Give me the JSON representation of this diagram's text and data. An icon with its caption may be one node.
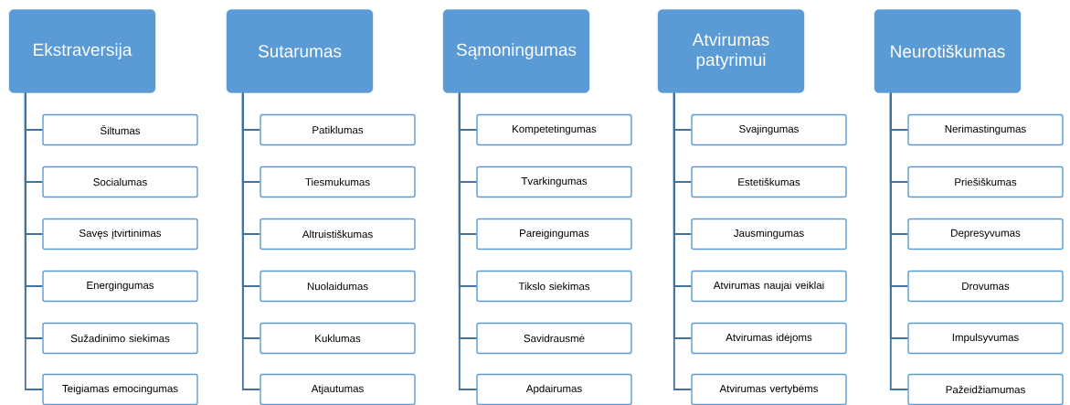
{
  "diagram": {
    "nodes": [
      {
        "text": [
          "Ekstraversija"
        ]
      },
      {
        "text": [
          "Šiltumas"
        ]
      },
      {
        "text": [
          "Socialumas"
        ]
      },
      {
        "text": [
          "Savęs įtvirtinimas"
        ]
      },
      {
        "text": [
          "Energingumas"
        ]
      },
      {
        "text": [
          "Sužadinimo siekimas"
        ]
      },
      {
        "text": [
          "Teigiamas emocingumas"
        ]
      },
      {
        "text": [
          "Sutarumas"
        ]
      },
      {
        "text": [
          "Patiklumas"
        ]
      },
      {
        "text": [
          "Tiesmukumas"
        ]
      },
      {
        "text": [
          "Altruistiškumas"
        ]
      },
      {
        "text": [
          "Nuolaidumas"
        ]
      },
      {
        "text": [
          "Kuklumas"
        ]
      },
      {
        "text": [
          "Atjautumas"
        ]
      },
      {
        "text": [
          "Sąmoningumas"
        ]
      },
      {
        "text": [
          "Kompetetingumas"
        ]
      },
      {
        "text": [
          "Tvarkingumas"
        ]
      },
      {
        "text": [
          "Pareigingumas"
        ]
      },
      {
        "text": [
          "Tikslo siekimas"
        ]
      },
      {
        "text": [
          "Savidrausmė"
        ]
      },
      {
        "text": [
          "Apdairumas"
        ]
      },
      {
        "text": [
          "Atvirumas patyrimui"
        ]
      },
      {
        "text": [
          "Svajingumas"
        ]
      },
      {
        "text": [
          "Estetiškumas"
        ]
      },
      {
        "text": [
          "Jausmingumas"
        ]
      },
      {
        "text": [
          "Atvirumas naujai veiklai"
        ]
      },
      {
        "text": [
          "Atvirumas idėjoms"
        ]
      },
      {
        "text": [
          "Atvirumas vertybėms"
        ]
      },
      {
        "text": [
          "Neurotiškumas"
        ]
      },
      {
        "text": [
          "Nerimastingumas"
        ]
      },
      {
        "text": [
          "Priešiškumas"
        ]
      },
      {
        "text": [
          "Depresyvumas"
        ]
      },
      {
        "text": [
          "Drovumas"
        ]
      },
      {
        "text": [
          "Impulsyvumas"
        ]
      },
      {
        "text": [
          "Pažeidžiamumas"
        ]
      }
    ],
    "edges": [
      {
        "from": 0,
        "to": 1,
        "arrow": "none"
      },
      {
        "from": 0,
        "to": 2,
        "arrow": "none"
      },
      {
        "from": 0,
        "to": 3,
        "arrow": "none"
      },
      {
        "from": 0,
        "to": 4,
        "arrow": "none"
      },
      {
        "from": 0,
        "to": 5,
        "arrow": "none"
      },
      {
        "from": 0,
        "to": 6,
        "arrow": "none"
      },
      {
        "from": 7,
        "to": 8,
        "arrow": "none"
      },
      {
        "from": 7,
        "to": 9,
        "arrow": "none"
      },
      {
        "from": 7,
        "to": 10,
        "arrow": "none"
      },
      {
        "from": 7,
        "to": 11,
        "arrow": "none"
      },
      {
        "from": 7,
        "to": 12,
        "arrow": "none"
      },
      {
        "from": 7,
        "to": 13,
        "arrow": "none"
      },
      {
        "from": 14,
        "to": 15,
        "arrow": "none"
      },
      {
        "from": 14,
        "to": 16,
        "arrow": "none"
      },
      {
        "from": 14,
        "to": 17,
        "arrow": "none"
      },
      {
        "from": 14,
        "to": 18,
        "arrow": "none"
      },
      {
        "from": 14,
        "to": 19,
        "arrow": "none"
      },
      {
        "from": 14,
        "to": 20,
        "arrow": "none"
      },
      {
        "from": 21,
        "to": 22,
        "arrow": "none"
      },
      {
        "from": 21,
        "to": 23,
        "arrow": "none"
      },
      {
        "from": 21,
        "to": 24,
        "arrow": "none"
      },
      {
        "from": 21,
        "to": 25,
        "arrow": "none"
      },
      {
        "from": 21,
        "to": 26,
        "arrow": "none"
      },
      {
        "from": 21,
        "to": 27,
        "arrow": "none"
      },
      {
        "from": 28,
        "to": 29,
        "arrow": "none"
      },
      {
        "from": 28,
        "to": 30,
        "arrow": "none"
      },
      {
        "from": 28,
        "to": 31,
        "arrow": "none"
      },
      {
        "from": 28,
        "to": 32,
        "arrow": "none"
      },
      {
        "from": 28,
        "to": 33,
        "arrow": "none"
      },
      {
        "from": 28,
        "to": 34,
        "arrow": "none"
      }
    ]
  }
}
